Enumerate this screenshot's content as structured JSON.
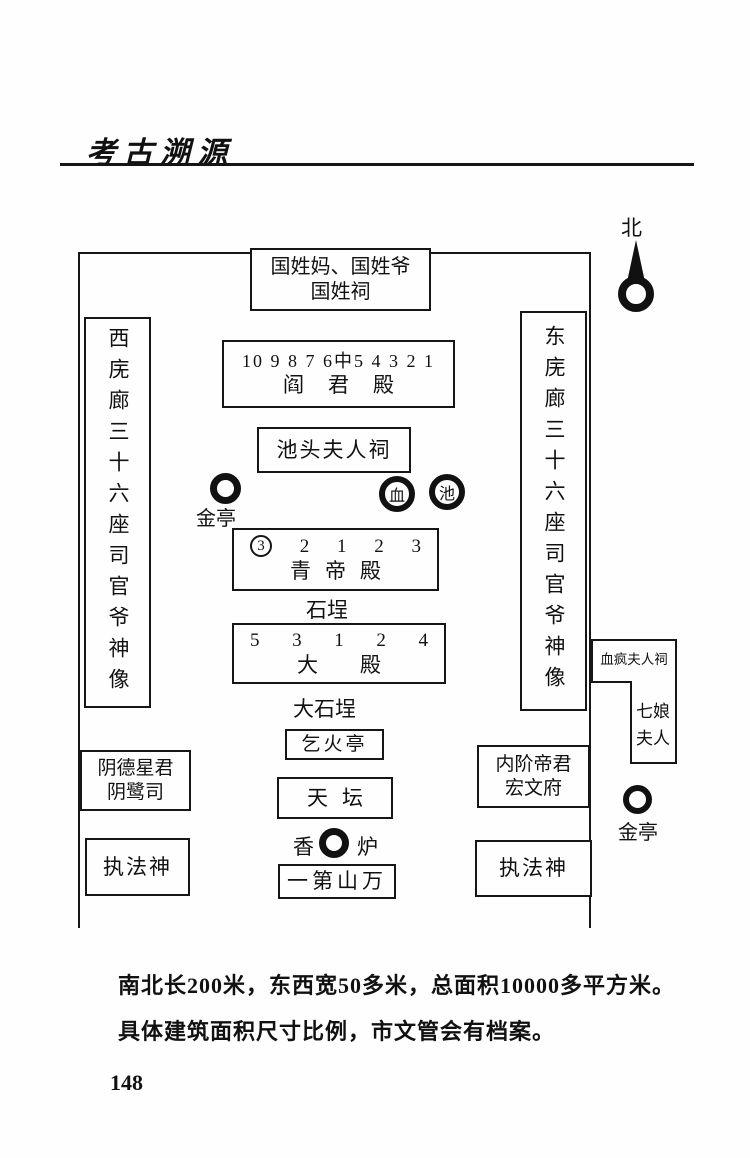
{
  "page": {
    "header": "考古溯源",
    "caption_line1": "南北长200米，东西宽50多米，总面积10000多平方米。",
    "caption_line2": "具体建筑面积尺寸比例，市文管会有档案。",
    "page_number": "148"
  },
  "compass": {
    "label": "北"
  },
  "diagram": {
    "guoxing_shrine": {
      "line1": "国姓妈、国姓爷",
      "line2": "国姓祠"
    },
    "west_corridor": "西庑廊三十六座司官爷神像",
    "east_corridor": "东庑廊三十六座司官爷神像",
    "yanjun_hall": {
      "numbers": "10 9 8 7 6中5 4 3 2 1",
      "name": "阎君殿"
    },
    "chitou_shrine": "池头夫人祠",
    "jin_pavilion_left": "金亭",
    "blood_pool": {
      "left_char": "血",
      "right_char": "池"
    },
    "qingdi_hall": {
      "circled": "3",
      "numbers": [
        "2",
        "1",
        "2",
        "3"
      ],
      "name": "青帝殿"
    },
    "stone_terrace": "石埕",
    "main_hall": {
      "numbers": [
        "5",
        "3",
        "1",
        "2",
        "4"
      ],
      "name": "大殿"
    },
    "big_stone_terrace": "大石埕",
    "qihuo_pavilion": "乞火亭",
    "tiantan_altar": "天坛",
    "incense_burner": {
      "left_char": "香",
      "right_char": "炉"
    },
    "wanshan_plaque": "一第山万",
    "yinde_box": {
      "line1": "阴德星君",
      "line2": "阴鹭司"
    },
    "zhifa_left": "执法神",
    "neijie_box": {
      "line1": "内阶帝君",
      "line2": "宏文府"
    },
    "zhifa_right": "执法神",
    "xuefeng_shrine": "血疯夫人祠",
    "qiniang_shrine": {
      "line1": "七娘",
      "line2": "夫人"
    },
    "jin_pavilion_right": "金亭"
  }
}
